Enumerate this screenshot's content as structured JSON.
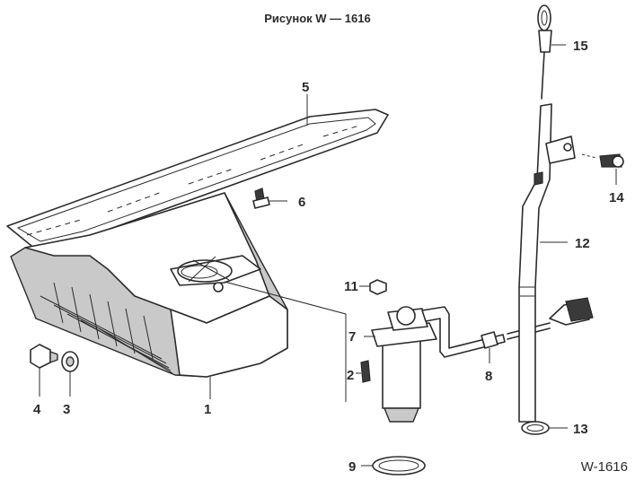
{
  "diagram": {
    "title": "Рисунок W — 1616",
    "code": "W-1616",
    "callouts": {
      "c1": "1",
      "c2": "2",
      "c3": "3",
      "c4": "4",
      "c5": "5",
      "c6": "6",
      "c7": "7",
      "c8": "8",
      "c9": "9",
      "c11": "11",
      "c12": "12",
      "c13": "13",
      "c14": "14",
      "c15": "15"
    }
  }
}
